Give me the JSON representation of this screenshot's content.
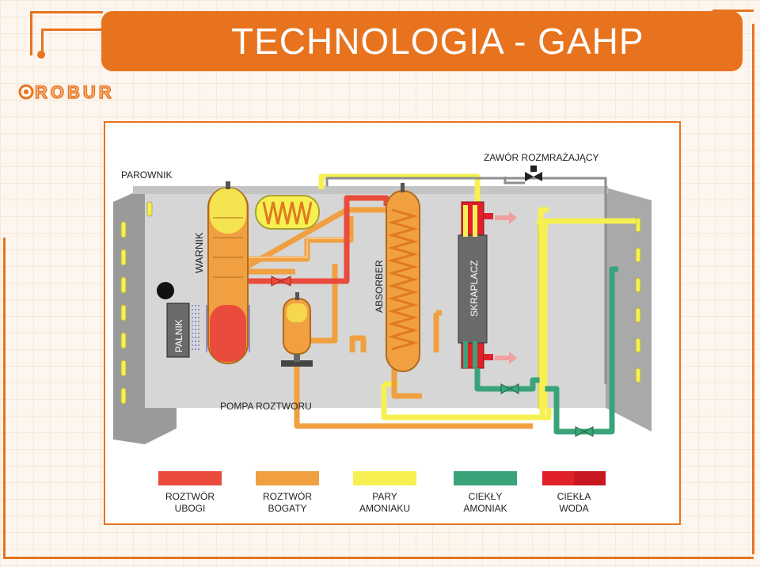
{
  "title": "TECHNOLOGIA - GAHP",
  "logo_text": "ROBUR",
  "labels": {
    "parownik": "PAROWNIK",
    "zawor": "ZAWÓR ROZMRAŻAJĄCY",
    "warnik": "WARNIK",
    "palnik": "PALNIK",
    "absorber": "ABSORBER",
    "skraplacz": "SKRAPLACZ",
    "pompa": "POMPA ROZTWORU"
  },
  "legend": [
    {
      "line1": "ROZTWÓR",
      "line2": "UBOGI",
      "color": "#e94b3c"
    },
    {
      "line1": "ROZTWÓR",
      "line2": "BOGATY",
      "color": "#f0a040"
    },
    {
      "line1": "PARY",
      "line2": "AMONIAKU",
      "color": "#f6f052"
    },
    {
      "line1": "CIEKŁY",
      "line2": "AMONIAK",
      "color": "#3aa37a"
    },
    {
      "line1": "CIEKŁA",
      "line2": "WODA",
      "color": "#e0202a"
    }
  ],
  "colors": {
    "accent": "#e8731e",
    "poor_solution": "#e94b3c",
    "rich_solution": "#f0a040",
    "ammonia_vapor": "#f6f052",
    "liquid_ammonia": "#3aa37a",
    "liquid_water": "#e0202a"
  }
}
